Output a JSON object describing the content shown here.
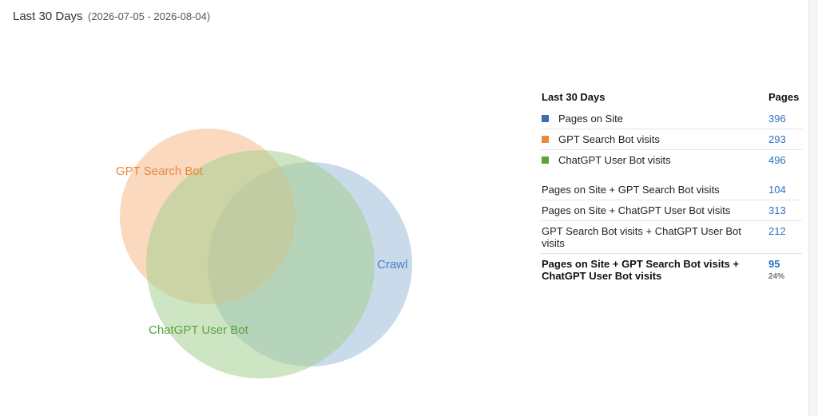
{
  "header": {
    "title": "Last 30 Days",
    "range": "(2026-07-05 - 2026-08-04)"
  },
  "chart_data": {
    "type": "venn",
    "sets": [
      {
        "name": "Crawl",
        "color": "#4a7fc1",
        "fill": "#9dbcd9"
      },
      {
        "name": "GPT Search Bot",
        "color": "#e8893c",
        "fill": "#f6b98a"
      },
      {
        "name": "ChatGPT User Bot",
        "color": "#5aa13e",
        "fill": "#a5d091"
      }
    ]
  },
  "table": {
    "header_label": "Last 30 Days",
    "header_value": "Pages",
    "rows": [
      {
        "label": "Pages on Site",
        "value": "396",
        "color": "#3d6fb0"
      },
      {
        "label": "GPT Search Bot visits",
        "value": "293",
        "color": "#e8893c"
      },
      {
        "label": "ChatGPT User Bot visits",
        "value": "496",
        "color": "#5aa13e"
      },
      {
        "label": "Pages on Site + GPT Search Bot visits",
        "value": "104"
      },
      {
        "label": "Pages on Site + ChatGPT User Bot visits",
        "value": "313"
      },
      {
        "label": "GPT Search Bot visits + ChatGPT User Bot visits",
        "value": "212"
      },
      {
        "label": "Pages on Site + GPT Search Bot visits + ChatGPT User Bot visits",
        "value": "95",
        "percent": "24%"
      }
    ]
  }
}
